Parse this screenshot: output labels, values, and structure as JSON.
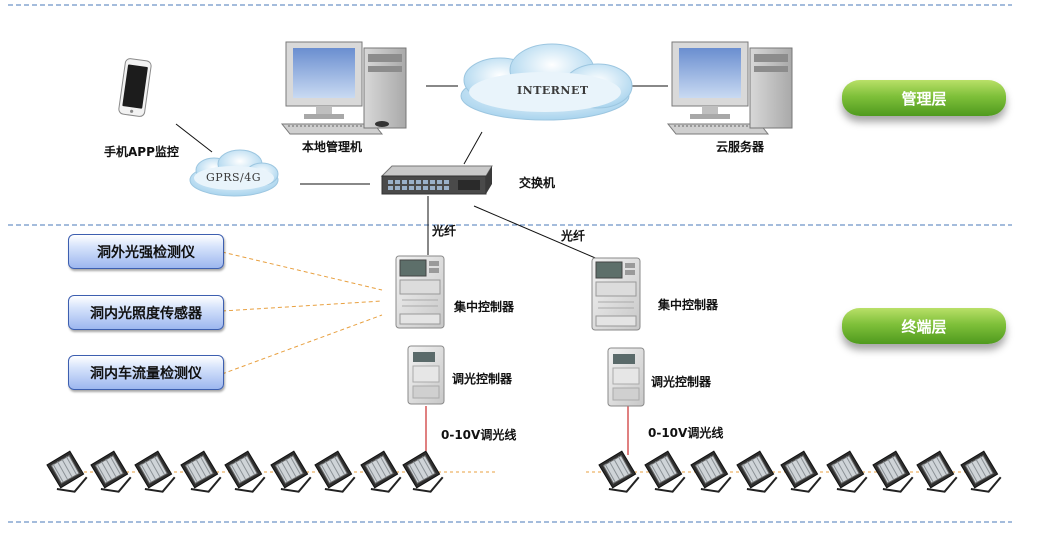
{
  "management": {
    "layer_label": "管理层",
    "phone_label": "手机APP监控",
    "gprs_label": "GPRS/4G",
    "local_pc_label": "本地管理机",
    "internet_label": "INTERNET",
    "cloud_server_label": "云服务器",
    "switch_label": "交换机"
  },
  "terminal": {
    "layer_label": "终端层",
    "fiber_label_1": "光纤",
    "fiber_label_2": "光纤",
    "concentrator_label_1": "集中控制器",
    "concentrator_label_2": "集中控制器",
    "dimmer_label_1": "调光控制器",
    "dimmer_label_2": "调光控制器",
    "dimming_line_label_1": "0-10V调光线",
    "dimming_line_label_2": "0-10V调光线",
    "sensors": [
      {
        "label": "洞外光强检测仪"
      },
      {
        "label": "洞内光照度传感器"
      },
      {
        "label": "洞内车流量检测仪"
      }
    ]
  },
  "colors": {
    "divider": "#4a78b8",
    "sensor_link": "#e8a040",
    "fiber": "#222222",
    "dimming_line": "#c00000",
    "layer_badge": "#6ab030"
  },
  "icons": {
    "phone": "smartphone-icon",
    "pc": "desktop-computer-icon",
    "cloud": "cloud-icon",
    "switch": "network-switch-icon",
    "controller": "meter-controller-icon",
    "lamp": "floodlight-icon"
  }
}
